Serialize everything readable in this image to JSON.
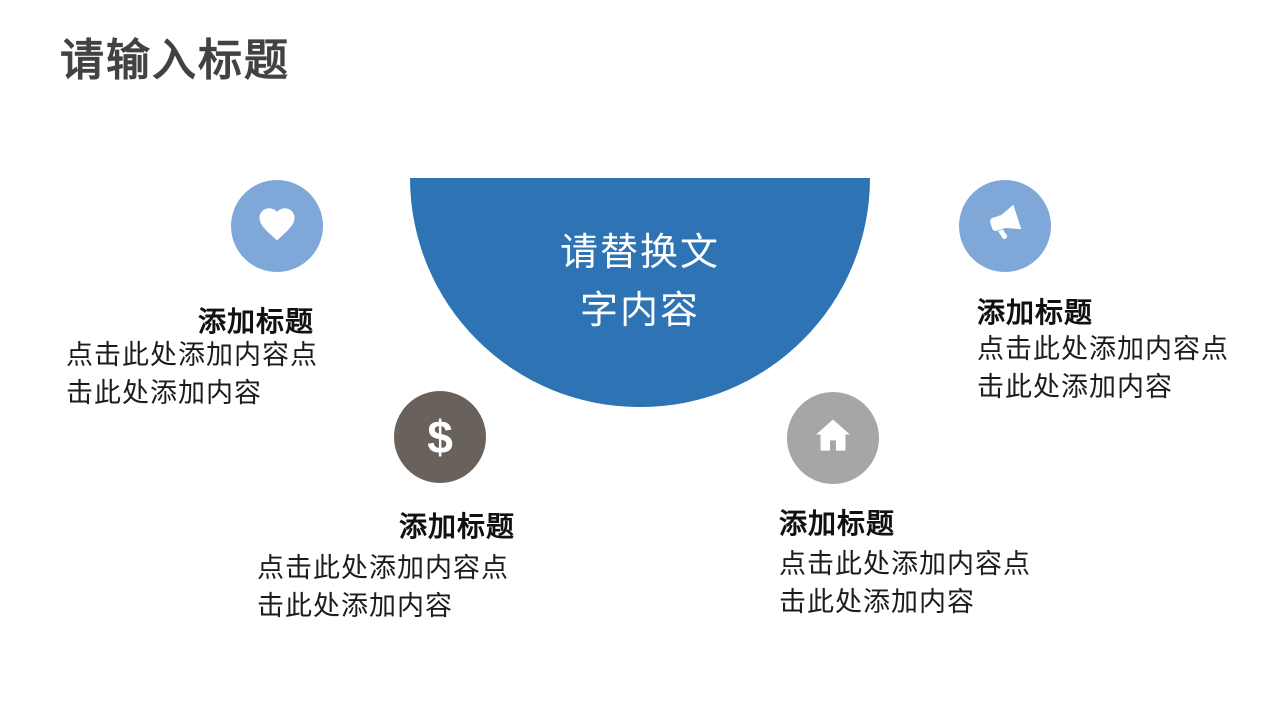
{
  "slide": {
    "title": "请输入标题",
    "center_text": "请替换文\n字内容",
    "items": [
      {
        "icon": "heart-icon",
        "heading": "添加标题",
        "body": "点击此处添加内容点\n击此处添加内容"
      },
      {
        "icon": "megaphone-icon",
        "heading": "添加标题",
        "body": "点击此处添加内容点\n击此处添加内容"
      },
      {
        "icon": "dollar-icon",
        "heading": "添加标题",
        "body": "点击此处添加内容点\n击此处添加内容",
        "glyph": "$"
      },
      {
        "icon": "home-icon",
        "heading": "添加标题",
        "body": "点击此处添加内容点\n击此处添加内容"
      }
    ],
    "colors": {
      "accent_blue": "#2e74b5",
      "light_blue": "#7fa8d8",
      "dark_gray": "#69625c",
      "gray": "#a6a6a6",
      "title_gray": "#424242"
    }
  }
}
